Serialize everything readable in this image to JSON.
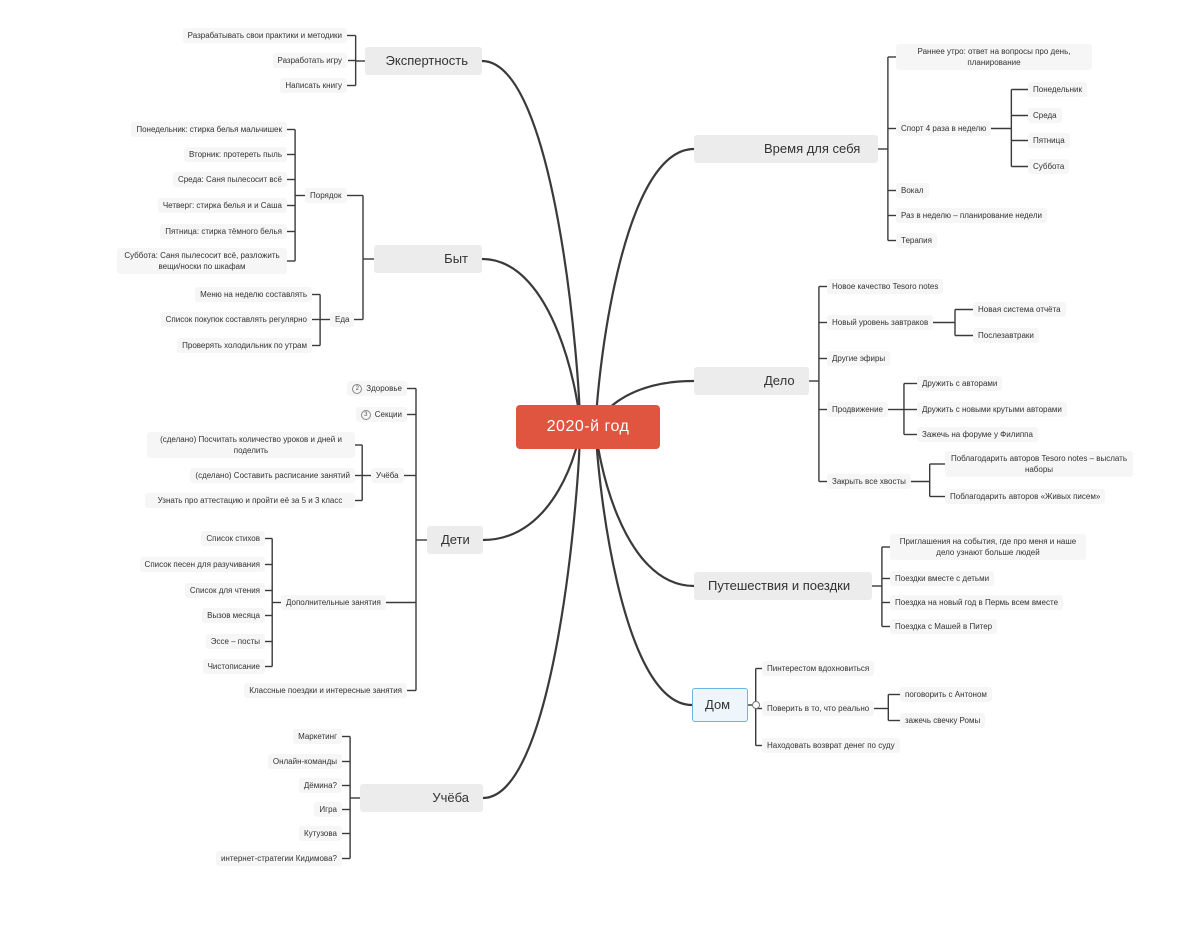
{
  "root": {
    "label": "2020-й год"
  },
  "left": {
    "expert": {
      "label": "Экспертность",
      "items": [
        "Разрабатывать свои практики и методики",
        "Разработать игру",
        "Написать книгу"
      ]
    },
    "byt": {
      "label": "Быт",
      "order": {
        "label": "Порядок",
        "items": [
          "Понедельник: стирка белья мальчишек",
          "Вторник: протереть пыль",
          "Среда: Саня пылесосит всё",
          "Четверг: стирка белья и и Саша",
          "Пятница: стирка тёмного белья",
          "Суббота: Саня пылесосит всё, разложить вещи/носки по шкафам"
        ]
      },
      "food": {
        "label": "Еда",
        "items": [
          "Меню на неделю составлять",
          "Список покупок составлять регулярно",
          "Проверять холодильник по утрам"
        ]
      }
    },
    "kids": {
      "label": "Дети",
      "health": {
        "label": "Здоровье",
        "badge": "2"
      },
      "sections": {
        "label": "Секции",
        "badge": "3"
      },
      "study": {
        "label": "Учёба",
        "items": [
          "(сделано) Посчитать количество уроков и дней и поделить",
          "(сделано) Составить расписание занятий",
          "Узнать про аттестацию и пройти её за 5 и 3 класс"
        ]
      },
      "extra": {
        "label": "Дополнительные занятия",
        "items": [
          "Список стихов",
          "Список песен для разучивания",
          "Список для чтения",
          "Вызов месяца",
          "Эссе – посты",
          "Чистописание"
        ]
      },
      "trips": {
        "label": "Классные поездки и интересные занятия"
      }
    },
    "study": {
      "label": "Учёба",
      "items": [
        "Маркетинг",
        "Онлайн-команды",
        "Дёмина?",
        "Игра",
        "Кутузова",
        "интернет-стратегии Кидимова?"
      ]
    }
  },
  "right": {
    "self": {
      "label": "Время для себя",
      "morning": "Раннее утро: ответ на вопросы про день, планирование",
      "sport": {
        "label": "Спорт 4 раза в неделю",
        "items": [
          "Понедельник",
          "Среда",
          "Пятница",
          "Суббота"
        ]
      },
      "vocal": "Вокал",
      "weekly": "Раз в неделю – планирование недели",
      "therapy": "Терапия"
    },
    "work": {
      "label": "Дело",
      "quality": "Новое качество Tesoro notes",
      "breakfasts": {
        "label": "Новый уровень завтраков",
        "items": [
          "Новая система отчёта",
          "Послезавтраки"
        ]
      },
      "ether": "Другие эфиры",
      "promo": {
        "label": "Продвижение",
        "items": [
          "Дружить с авторами",
          "Дружить с новыми крутыми авторами",
          "Зажечь на форуме у Филиппа"
        ]
      },
      "tails": {
        "label": "Закрыть все хвосты",
        "items": [
          "Поблагодарить авторов Tesoro notes – выслать наборы",
          "Поблагодарить авторов «Живых писем»"
        ]
      }
    },
    "travel": {
      "label": "Путешествия и поездки",
      "items": [
        "Приглашения на события, где про меня и наше дело узнают больше людей",
        "Поездки вместе с детьми",
        "Поездка на новый год в Пермь всем вместе",
        "Поездка с Машей в Питер"
      ]
    },
    "home": {
      "label": "Дом",
      "pinterest": "Пинтерестом вдохновиться",
      "believe": {
        "label": "Поверить в то, что реально",
        "items": [
          "поговорить с Антоном",
          "зажечь свечку Ромы"
        ]
      },
      "court": "Находовать возврат денег по суду"
    }
  },
  "colors": {
    "root_bg": "#e05540",
    "branch_bg": "#ececec",
    "line": "#3a3a3a",
    "selected_border": "#6ab5e6"
  }
}
